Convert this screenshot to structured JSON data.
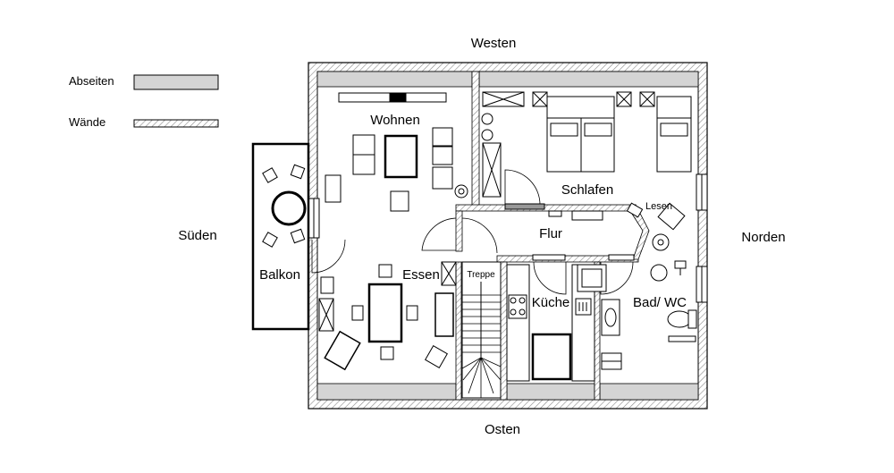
{
  "legend": {
    "abseiten": "Abseiten",
    "waende": "Wände"
  },
  "compass": {
    "west": "Westen",
    "east": "Osten",
    "south": "Süden",
    "north": "Norden"
  },
  "rooms": {
    "wohnen": "Wohnen",
    "schlafen": "Schlafen",
    "lesen": "Lesen",
    "flur": "Flur",
    "balkon": "Balkon",
    "essen": "Essen",
    "treppe": "Treppe",
    "kueche": "Küche",
    "bad": "Bad/ WC"
  },
  "colors": {
    "abseiten_fill": "#d4d4d4",
    "wall_hatch": "#8a8a8a",
    "line": "#000000",
    "background": "#ffffff"
  }
}
